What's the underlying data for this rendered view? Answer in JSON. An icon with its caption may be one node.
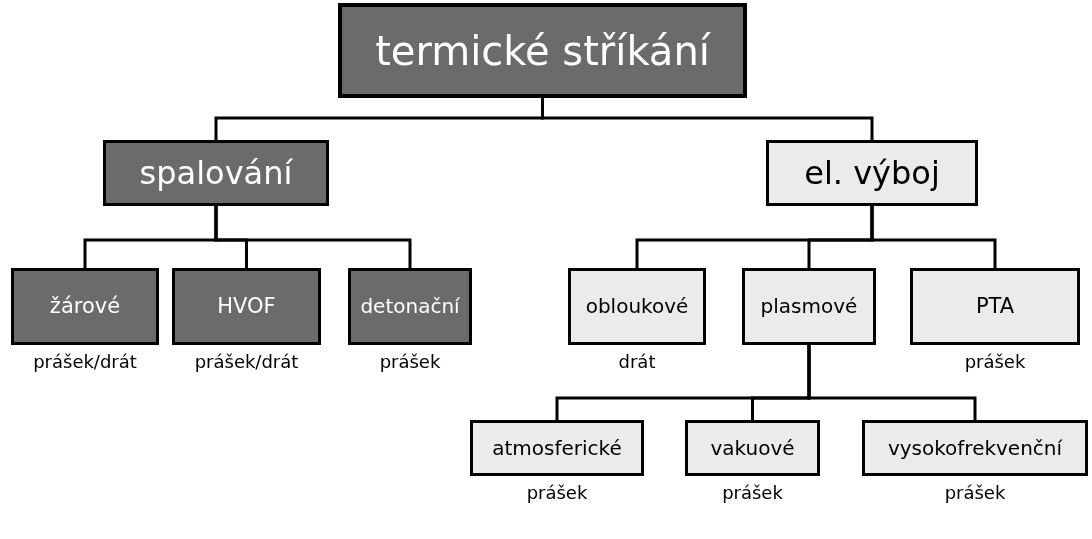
{
  "diagram": {
    "nodes": [
      {
        "text": [
          "termické stříkání"
        ]
      },
      {
        "text": [
          "spalování"
        ]
      },
      {
        "text": [
          "el. výboj"
        ]
      },
      {
        "text": [
          "žárové"
        ],
        "beside": [
          "prášek/drát"
        ]
      },
      {
        "text": [
          "HVOF"
        ],
        "beside": [
          "prášek/drát"
        ]
      },
      {
        "text": [
          "detonační"
        ],
        "beside": [
          "prášek"
        ]
      },
      {
        "text": [
          "obloukové"
        ],
        "beside": [
          "drát"
        ]
      },
      {
        "text": [
          "plasmové"
        ]
      },
      {
        "text": [
          "PTA"
        ],
        "beside": [
          "prášek"
        ]
      },
      {
        "text": [
          "atmosferické"
        ],
        "beside": [
          "prášek"
        ]
      },
      {
        "text": [
          "vakuové"
        ],
        "beside": [
          "prášek"
        ]
      },
      {
        "text": [
          "vysokofrekvenční"
        ],
        "beside": [
          "prášek"
        ]
      }
    ],
    "edges": [
      {
        "from": 0,
        "to": 1,
        "arrow": "none"
      },
      {
        "from": 0,
        "to": 2,
        "arrow": "none"
      },
      {
        "from": 1,
        "to": 3,
        "arrow": "none"
      },
      {
        "from": 1,
        "to": 4,
        "arrow": "none"
      },
      {
        "from": 1,
        "to": 5,
        "arrow": "none"
      },
      {
        "from": 2,
        "to": 6,
        "arrow": "none"
      },
      {
        "from": 2,
        "to": 7,
        "arrow": "none"
      },
      {
        "from": 2,
        "to": 8,
        "arrow": "none"
      },
      {
        "from": 7,
        "to": 9,
        "arrow": "none"
      },
      {
        "from": 7,
        "to": 10,
        "arrow": "none"
      },
      {
        "from": 7,
        "to": 11,
        "arrow": "none"
      }
    ]
  }
}
